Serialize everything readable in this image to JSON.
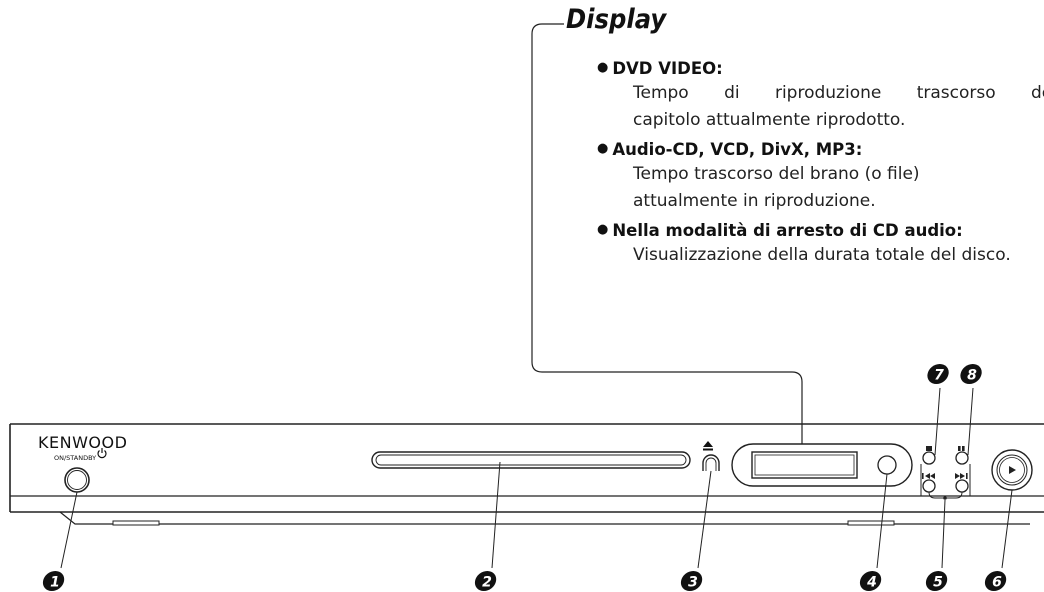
{
  "display": {
    "title": "Display",
    "notes": [
      {
        "heading": "DVD VIDEO:",
        "lines": [
          "Tempo di riproduzione trascorso del",
          "capitolo attualmente riprodotto."
        ]
      },
      {
        "heading": "Audio-CD, VCD, DivX, MP3:",
        "lines": [
          "Tempo trascorso del brano (o file)",
          "attualmente in riproduzione."
        ]
      },
      {
        "heading": "Nella modalità di arresto di CD audio:",
        "lines": [
          "Visualizzazione della durata totale del disco."
        ]
      }
    ]
  },
  "device": {
    "brand": "KENWOOD",
    "standby_label": "ON/STANDBY"
  },
  "icons": {
    "power": "power-icon",
    "eject": "eject-icon",
    "stop": "stop-icon",
    "pause": "pause-icon",
    "skip_back": "skip-back-icon",
    "skip_forward": "skip-forward-icon",
    "play": "play-icon"
  },
  "callouts": [
    "1",
    "2",
    "3",
    "4",
    "5",
    "6",
    "7",
    "8"
  ]
}
